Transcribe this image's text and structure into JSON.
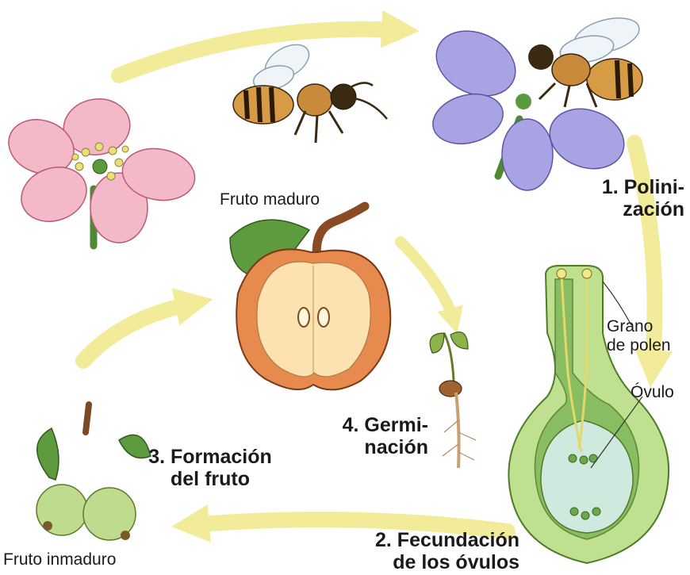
{
  "stages": {
    "polinizacion": [
      "1. Polini-",
      "zación"
    ],
    "fecundacion": [
      "2. Fecundación",
      "de los óvulos"
    ],
    "formacion": [
      "3. Formación",
      "del fruto"
    ],
    "germinacion": [
      "4. Germi-",
      "nación"
    ]
  },
  "labels": {
    "fruto_maduro": "Fruto maduro",
    "fruto_inmaduro": "Fruto inmaduro",
    "grano_polen": [
      "Grano",
      "de polen"
    ],
    "ovulo": "Óvulo"
  },
  "colors": {
    "arrow": "#f2ec9a",
    "pink_petal": "#f3b9c8",
    "violet_petal": "#a9a3e4",
    "apple_skin": "#e78a4d",
    "apple_flesh": "#fbe2b0",
    "leaf": "#5e9a3e",
    "pistil": "#a6d07a",
    "ovary_cavity": "#cfe9df",
    "bee_body": "#d89b45"
  }
}
